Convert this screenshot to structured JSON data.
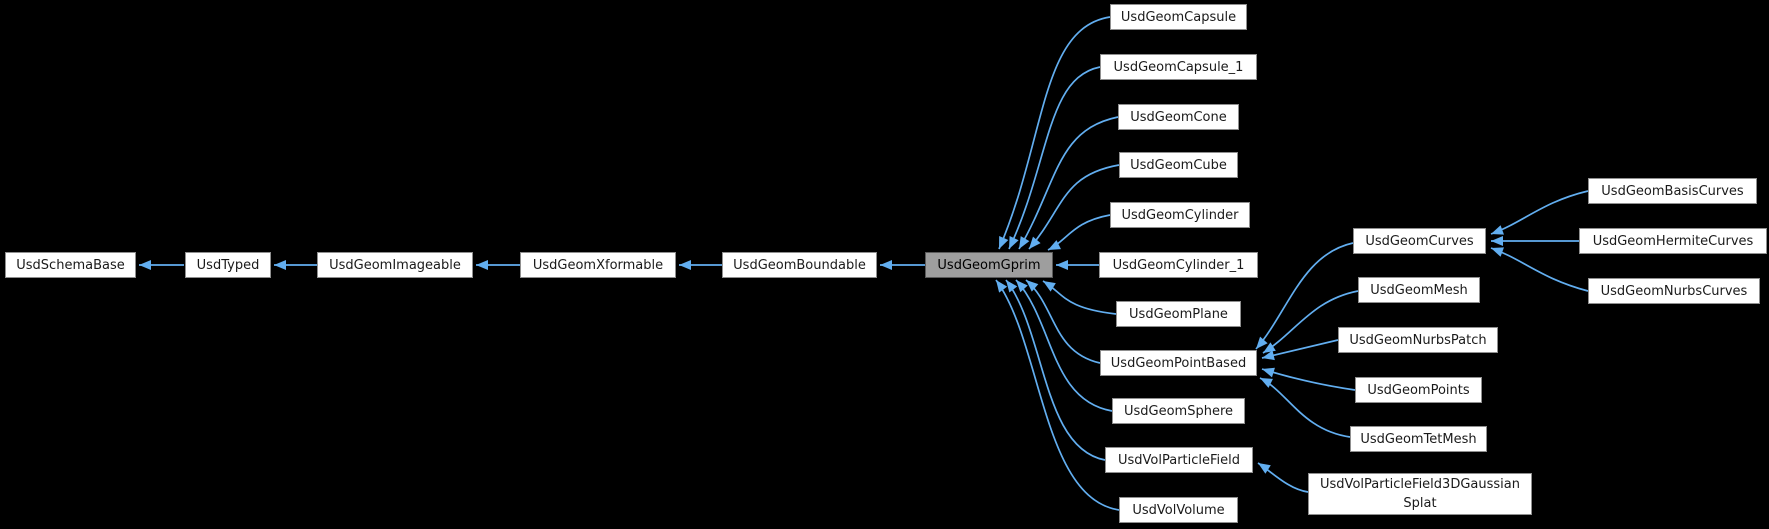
{
  "diagram": {
    "type": "inheritance-graph",
    "highlighted_node": "UsdGeomGprim",
    "nodes": [
      {
        "id": "schemabase",
        "label": "UsdSchemaBase"
      },
      {
        "id": "typed",
        "label": "UsdTyped"
      },
      {
        "id": "imageable",
        "label": "UsdGeomImageable"
      },
      {
        "id": "xformable",
        "label": "UsdGeomXformable"
      },
      {
        "id": "boundable",
        "label": "UsdGeomBoundable"
      },
      {
        "id": "gprim",
        "label": "UsdGeomGprim"
      },
      {
        "id": "capsule",
        "label": "UsdGeomCapsule"
      },
      {
        "id": "capsule1",
        "label": "UsdGeomCapsule_1"
      },
      {
        "id": "cone",
        "label": "UsdGeomCone"
      },
      {
        "id": "cube",
        "label": "UsdGeomCube"
      },
      {
        "id": "cylinder",
        "label": "UsdGeomCylinder"
      },
      {
        "id": "cylinder1",
        "label": "UsdGeomCylinder_1"
      },
      {
        "id": "plane",
        "label": "UsdGeomPlane"
      },
      {
        "id": "pointbased",
        "label": "UsdGeomPointBased"
      },
      {
        "id": "sphere",
        "label": "UsdGeomSphere"
      },
      {
        "id": "particlefield",
        "label": "UsdVolParticleField"
      },
      {
        "id": "volvolume",
        "label": "UsdVolVolume"
      },
      {
        "id": "curves",
        "label": "UsdGeomCurves"
      },
      {
        "id": "mesh",
        "label": "UsdGeomMesh"
      },
      {
        "id": "nurbspatch",
        "label": "UsdGeomNurbsPatch"
      },
      {
        "id": "points",
        "label": "UsdGeomPoints"
      },
      {
        "id": "tetmesh",
        "label": "UsdGeomTetMesh"
      },
      {
        "id": "basiscurves",
        "label": "UsdGeomBasisCurves"
      },
      {
        "id": "hermitecurves",
        "label": "UsdGeomHermiteCurves"
      },
      {
        "id": "nurbscurves",
        "label": "UsdGeomNurbsCurves"
      },
      {
        "id": "gaussiansplat",
        "label": "UsdVolParticleField3DGaussianSplat",
        "label_lines": {
          "0": "UsdVolParticleField3DGaussian",
          "1": "Splat"
        }
      }
    ],
    "edges": [
      {
        "from": "UsdTyped",
        "to": "UsdSchemaBase"
      },
      {
        "from": "UsdGeomImageable",
        "to": "UsdTyped"
      },
      {
        "from": "UsdGeomXformable",
        "to": "UsdGeomImageable"
      },
      {
        "from": "UsdGeomBoundable",
        "to": "UsdGeomXformable"
      },
      {
        "from": "UsdGeomGprim",
        "to": "UsdGeomBoundable"
      },
      {
        "from": "UsdGeomCapsule",
        "to": "UsdGeomGprim"
      },
      {
        "from": "UsdGeomCapsule_1",
        "to": "UsdGeomGprim"
      },
      {
        "from": "UsdGeomCone",
        "to": "UsdGeomGprim"
      },
      {
        "from": "UsdGeomCube",
        "to": "UsdGeomGprim"
      },
      {
        "from": "UsdGeomCylinder",
        "to": "UsdGeomGprim"
      },
      {
        "from": "UsdGeomCylinder_1",
        "to": "UsdGeomGprim"
      },
      {
        "from": "UsdGeomPlane",
        "to": "UsdGeomGprim"
      },
      {
        "from": "UsdGeomPointBased",
        "to": "UsdGeomGprim"
      },
      {
        "from": "UsdGeomSphere",
        "to": "UsdGeomGprim"
      },
      {
        "from": "UsdVolParticleField",
        "to": "UsdGeomGprim"
      },
      {
        "from": "UsdVolVolume",
        "to": "UsdGeomGprim"
      },
      {
        "from": "UsdGeomCurves",
        "to": "UsdGeomPointBased"
      },
      {
        "from": "UsdGeomMesh",
        "to": "UsdGeomPointBased"
      },
      {
        "from": "UsdGeomNurbsPatch",
        "to": "UsdGeomPointBased"
      },
      {
        "from": "UsdGeomPoints",
        "to": "UsdGeomPointBased"
      },
      {
        "from": "UsdGeomTetMesh",
        "to": "UsdGeomPointBased"
      },
      {
        "from": "UsdGeomBasisCurves",
        "to": "UsdGeomCurves"
      },
      {
        "from": "UsdGeomHermiteCurves",
        "to": "UsdGeomCurves"
      },
      {
        "from": "UsdGeomNurbsCurves",
        "to": "UsdGeomCurves"
      },
      {
        "from": "UsdVolParticleField3DGaussianSplat",
        "to": "UsdVolParticleField"
      }
    ],
    "colors": {
      "background": "#000000",
      "edge": "#62aef0",
      "node_fill": "#ffffff",
      "node_border": "#8f8f8f",
      "node_text": "#1a1a1a",
      "highlight_fill": "#9e9e9e",
      "highlight_border": "#5a5a5a"
    }
  }
}
